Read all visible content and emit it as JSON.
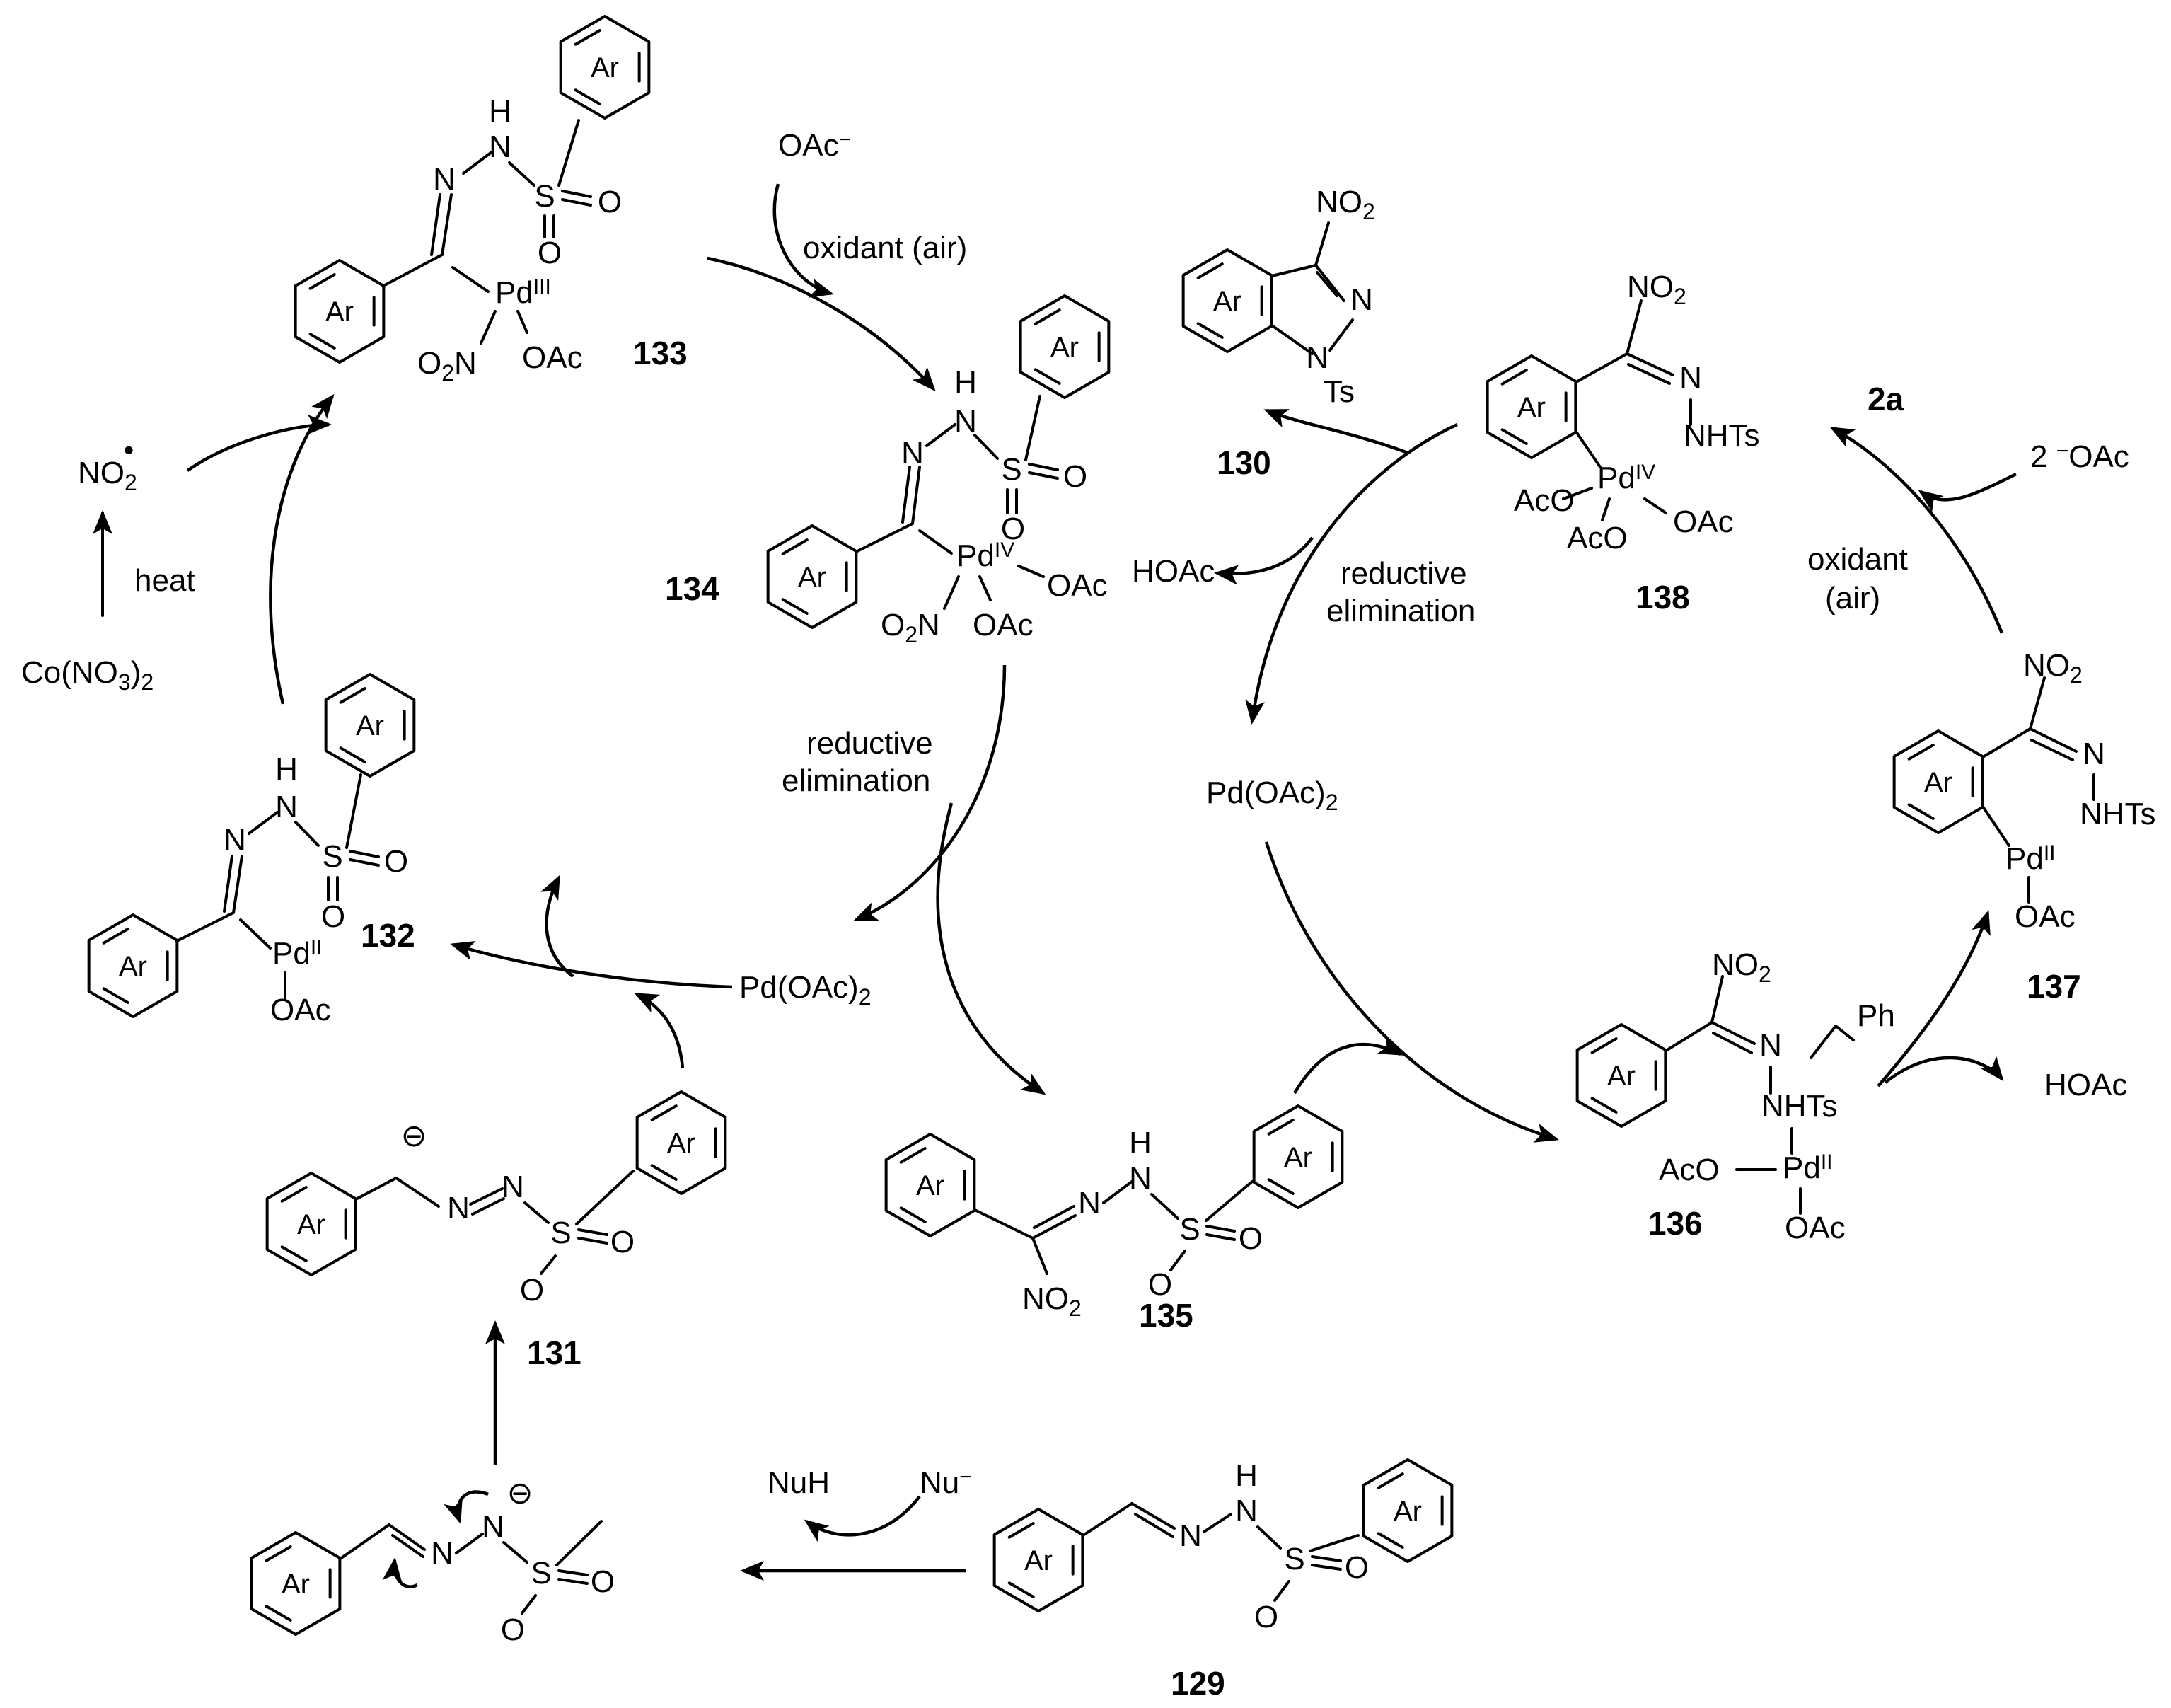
{
  "compounds": {
    "c129": "129",
    "c130": "130",
    "c131": "131",
    "c132": "132",
    "c133": "133",
    "c134": "134",
    "c135": "135",
    "c136": "136",
    "c137": "137",
    "c138": "138",
    "c2a": "2a"
  },
  "ring_label": "Ar",
  "atoms": {
    "N": "N",
    "H": "H",
    "S": "S",
    "O": "O",
    "Ts": "Ts",
    "Ph": "Ph",
    "OAc": "OAc",
    "AcO": "AcO",
    "NHTs": "NHTs",
    "NO2": "NO",
    "NO2_sub": "2",
    "O2N": "O",
    "O2N_sub": "2",
    "O2N_tail": "N",
    "Pd": "Pd",
    "Pd_II": "II",
    "Pd_III": "III",
    "Pd_IV": "IV",
    "minus": "−",
    "charge": "⊖"
  },
  "reagents": {
    "oac_minus": "OAc",
    "oac_minus_sup": "−",
    "oxidant_air": "oxidant (air)",
    "oxidant": "oxidant",
    "air": "(air)",
    "two_oac": "2 ",
    "two_oac_sup": "−",
    "two_oac_tail": "OAc",
    "hoac": "HOAc",
    "heat": "heat",
    "co": "Co(NO",
    "co_sub1": "3",
    "co_mid": ")",
    "co_sub2": "2",
    "no2_rad": "NO",
    "no2_rad_sub": "2",
    "no2_rad_dot": "•",
    "pdoac": "Pd(OAc)",
    "pdoac_sub": "2",
    "nuh": "NuH",
    "nu": "Nu",
    "nu_sup": "−",
    "reductive": "reductive",
    "elimination": "elimination"
  },
  "colors": {
    "ink": "#000000",
    "background": "#ffffff"
  }
}
